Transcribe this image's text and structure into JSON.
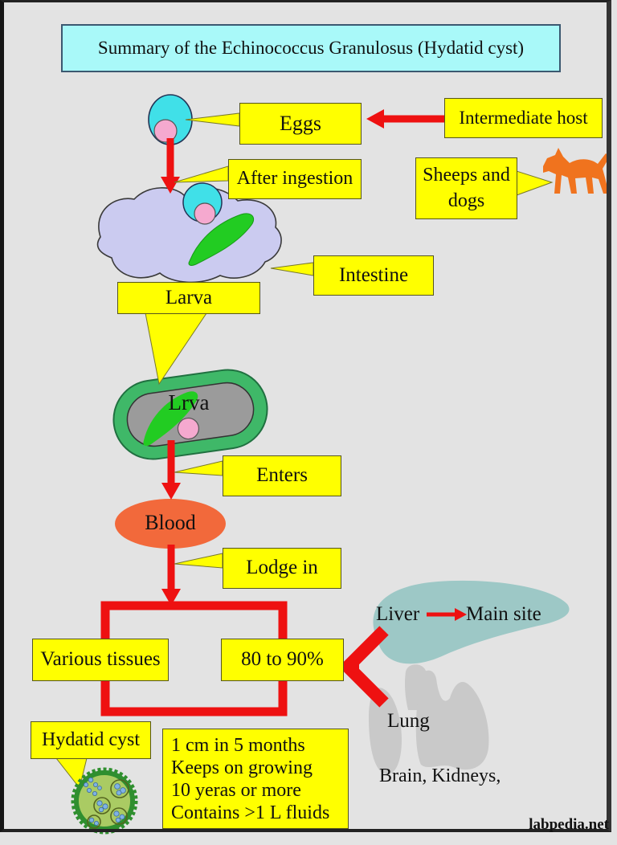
{
  "title": "Summary of the Echinococcus Granulosus (Hydatid cyst)",
  "labels": {
    "eggs": "Eggs",
    "intermediate_host": "Intermediate host",
    "after_ingestion": "After ingestion",
    "sheep_dogs": "Sheeps and dogs",
    "intestine": "Intestine",
    "larva": "Larva",
    "larva_inner": "Lrva",
    "enters": "Enters",
    "blood": "Blood",
    "lodge_in": "Lodge in",
    "various_tissues": "Various tissues",
    "percent_liver": "80 to 90%",
    "liver": "Liver",
    "main_site": "Main site",
    "lung": "Lung",
    "other_sites": "Brain, Kidneys,",
    "hydatid_cyst": "Hydatid cyst"
  },
  "growth_box": {
    "lines": [
      "1 cm in 5 months",
      "Keeps on growing",
      "10 yeras or more",
      "Contains >1 L fluids"
    ]
  },
  "meta": {
    "watermark": "labpedia.net"
  },
  "colors": {
    "callout_fill": "#ffff00",
    "title_fill": "#a9f9f9",
    "arrow_red": "#ee1111",
    "blood_orange": "#f2693b",
    "dog_orange": "#f0731e",
    "liver_teal": "#9dc8c6",
    "lung_gray": "#c9c9c9",
    "intestine_lavender": "#cbcbf0",
    "capsule_green": "#3fb868",
    "larva_green": "#22cc22",
    "egg_cyan": "#40e0e8",
    "egg_pink": "#f5a9cf",
    "cyst_fill": "#aacb63",
    "cyst_ring": "#2f8f2f"
  }
}
